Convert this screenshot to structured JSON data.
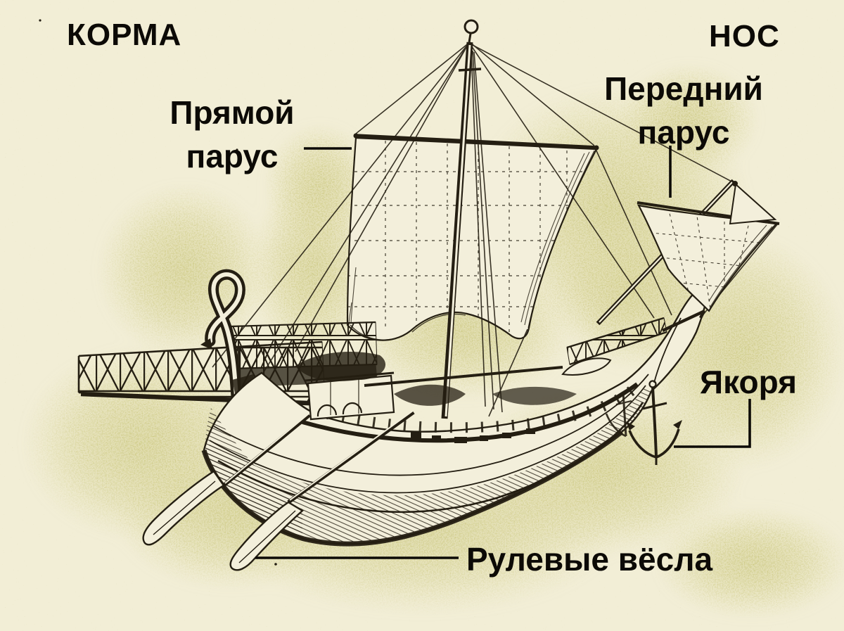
{
  "colors": {
    "background": "#f2eed6",
    "tint": "#c9c67c",
    "ink": "#241e12",
    "label_text": "#0c0a06"
  },
  "labels": {
    "stern": "КОРМА",
    "bow": "НОС",
    "main_sail": {
      "line1": "Прямой",
      "line2": "парус"
    },
    "fore_sail": {
      "line1": "Передний",
      "line2": "парус"
    },
    "anchors": "Якоря",
    "steering_oars": "Рулевые вёсла"
  }
}
